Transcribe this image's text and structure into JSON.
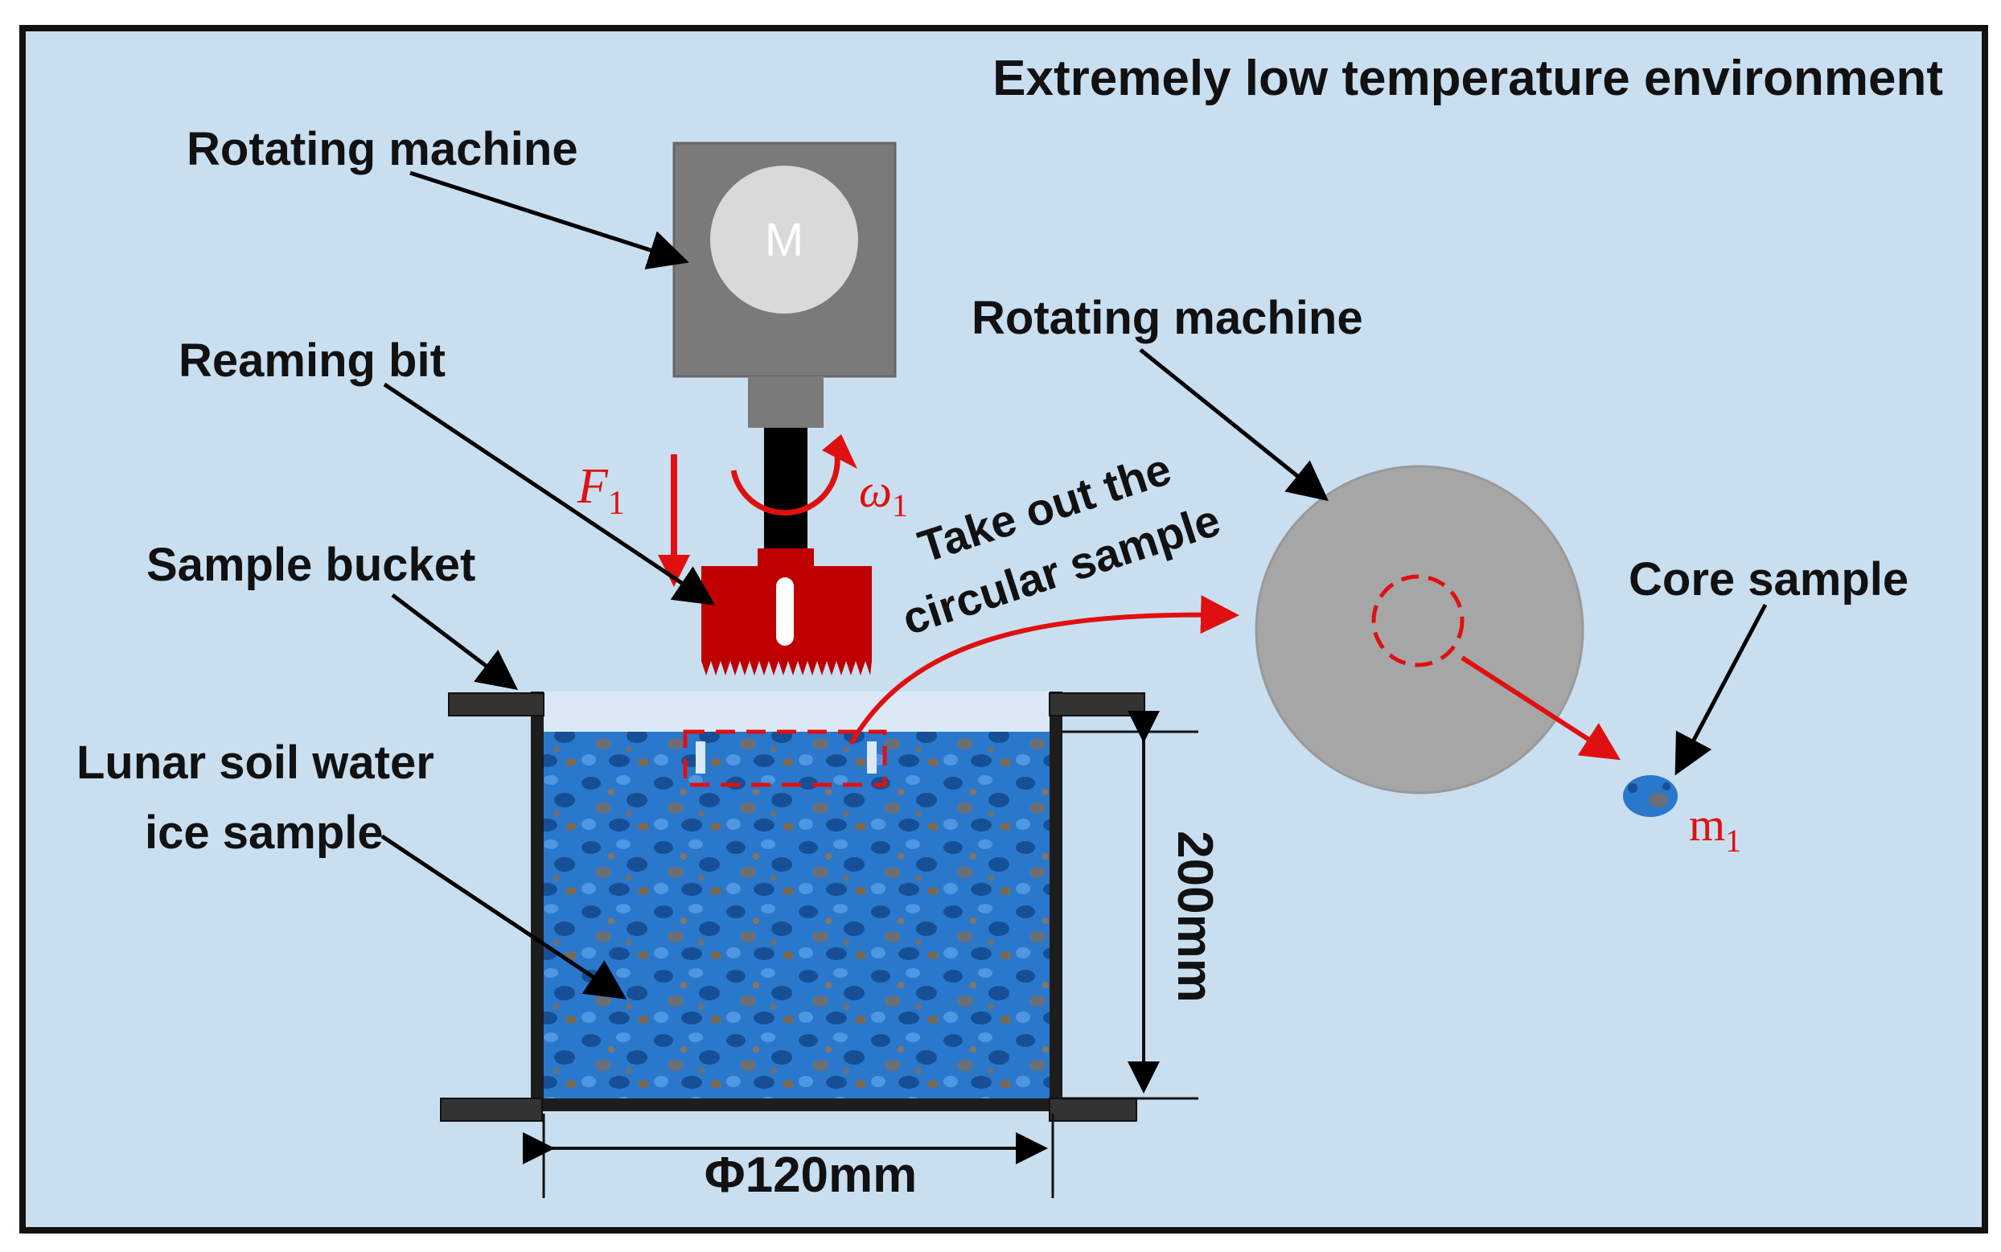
{
  "environment_label": "Extremely low temperature environment",
  "labels": {
    "rotating_machine_1": "Rotating machine",
    "rotating_machine_2": "Rotating machine",
    "reaming_bit": "Reaming bit",
    "sample_bucket": "Sample bucket",
    "lunar_soil_line1": "Lunar soil water",
    "lunar_soil_line2": "ice sample",
    "core_sample": "Core sample",
    "take_out_line1": "Take out the",
    "take_out_line2": "circular sample"
  },
  "motor_label": "M",
  "symbols": {
    "force": "F",
    "force_sub": "1",
    "omega": "ω",
    "omega_sub": "1",
    "mass": "m",
    "mass_sub": "1"
  },
  "dimensions": {
    "height": "200mm",
    "diameter": "Φ120mm"
  },
  "colors": {
    "background": "#c9dff0",
    "machine": "#7a7a7a",
    "bit": "#c00000",
    "sample": "#1f6fc0",
    "accent": "#e01010"
  }
}
